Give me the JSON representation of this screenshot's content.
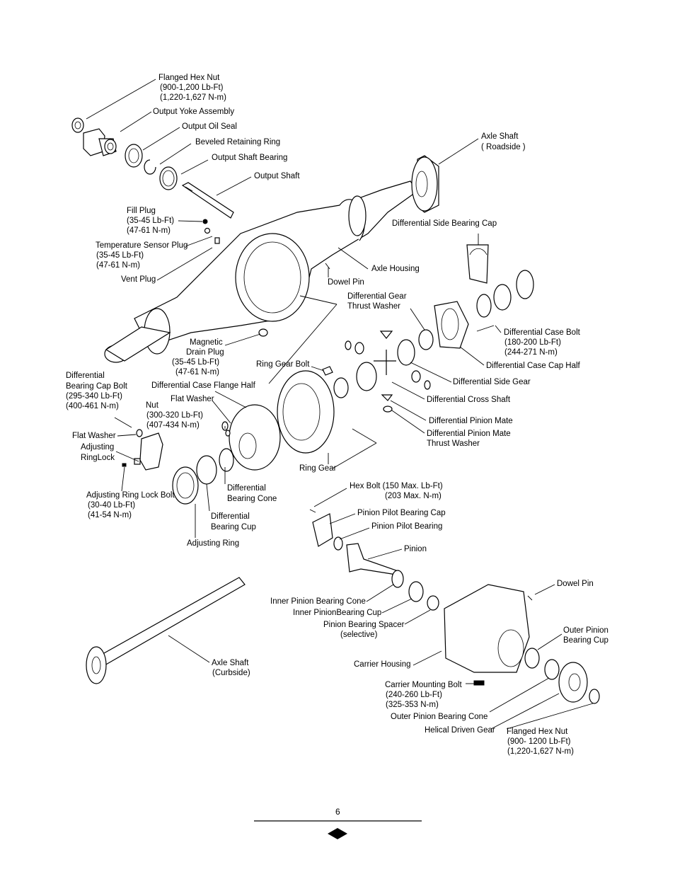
{
  "labels": {
    "flanged_hex_nut_top": "Flanged Hex Nut",
    "flanged_hex_nut_top_2": "(900-1,200 Lb-Ft)",
    "flanged_hex_nut_top_3": "(1,220-1,627 N-m)",
    "output_yoke_assembly": "Output Yoke Assembly",
    "output_oil_seal": "Output Oil Seal",
    "beveled_retaining_ring": "Beveled Retaining Ring",
    "output_shaft_bearing": "Output Shaft Bearing",
    "output_shaft": "Output Shaft",
    "axle_shaft_roadside": "Axle Shaft",
    "axle_shaft_roadside_2": "( Roadside )",
    "fill_plug": "Fill Plug",
    "fill_plug_2": "(35-45 Lb-Ft)",
    "fill_plug_3": "(47-61 N-m)",
    "temp_sensor_plug": "Temperature Sensor Plug",
    "temp_sensor_plug_2": "(35-45 Lb-Ft)",
    "temp_sensor_plug_3": "(47-61 N-m)",
    "vent_plug": "Vent Plug",
    "diff_side_bearing_cap": "Differential Side Bearing Cap",
    "axle_housing": "Axle Housing",
    "dowel_pin_top": "Dowel Pin",
    "diff_gear_thrust_washer": "Differential Gear",
    "diff_gear_thrust_washer_2": "Thrust Washer",
    "diff_case_bolt": "Differential Case Bolt",
    "diff_case_bolt_2": "(180-200 Lb-Ft)",
    "diff_case_bolt_3": "(244-271 N-m)",
    "magnetic_drain_plug": "Magnetic",
    "magnetic_drain_plug_2": "Drain Plug",
    "magnetic_drain_plug_3": "(35-45 Lb-Ft)",
    "magnetic_drain_plug_4": "(47-61 N-m)",
    "diff_case_cap_half": "Differential Case Cap Half",
    "ring_gear_bolt": "Ring Gear Bolt",
    "diff_bearing_cap_bolt": "Differential",
    "diff_bearing_cap_bolt_2": "Bearing Cap Bolt",
    "diff_bearing_cap_bolt_3": "(295-340 Lb-Ft)",
    "diff_bearing_cap_bolt_4": "(400-461 N-m)",
    "diff_case_flange_half": "Differential Case Flange Half",
    "diff_side_gear": "Differential Side Gear",
    "flat_washer_1": "Flat Washer",
    "diff_cross_shaft": "Differential Cross Shaft",
    "nut": "Nut",
    "nut_2": "(300-320 Lb-Ft)",
    "nut_3": "(407-434 N-m)",
    "diff_pinion_mate": "Differential Pinion Mate",
    "flat_washer_2": "Flat Washer",
    "diff_pinion_mate_thrust_washer": "Differential Pinion Mate",
    "diff_pinion_mate_thrust_washer_2": "Thrust Washer",
    "adjusting_ringlock": "Adjusting",
    "adjusting_ringlock_2": "RingLock",
    "ring_gear": "Ring Gear",
    "diff_bearing_cone": "Differential",
    "diff_bearing_cone_2": "Bearing Cone",
    "hex_bolt": "Hex Bolt (150 Max. Lb-Ft)",
    "hex_bolt_2": "(203 Max. N-m)",
    "adj_ring_lock_bolt": "Adjusting Ring Lock Bolt",
    "adj_ring_lock_bolt_2": "(30-40 Lb-Ft)",
    "adj_ring_lock_bolt_3": "(41-54 N-m)",
    "pinion_pilot_bearing_cap": "Pinion Pilot Bearing Cap",
    "diff_bearing_cup": "Differential",
    "diff_bearing_cup_2": "Bearing Cup",
    "pinion_pilot_bearing": "Pinion Pilot Bearing",
    "adjusting_ring": "Adjusting Ring",
    "pinion": "Pinion",
    "dowel_pin_bottom": "Dowel Pin",
    "inner_pinion_bearing_cone": "Inner Pinion Bearing Cone",
    "inner_pinion_bearing_cup": "Inner PinionBearing Cup",
    "pinion_bearing_spacer": "Pinion Bearing Spacer",
    "pinion_bearing_spacer_2": "(selective)",
    "outer_pinion_bearing_cup": "Outer Pinion",
    "outer_pinion_bearing_cup_2": "Bearing Cup",
    "axle_shaft_curbside": "Axle Shaft",
    "axle_shaft_curbside_2": "(Curbside)",
    "carrier_housing": "Carrier Housing",
    "carrier_mounting_bolt": "Carrier Mounting Bolt",
    "carrier_mounting_bolt_2": "(240-260 Lb-Ft)",
    "carrier_mounting_bolt_3": "(325-353 N-m)",
    "outer_pinion_bearing_cone": "Outer Pinion Bearing Cone",
    "helical_driven_gear": "Helical Driven Gear",
    "flanged_hex_nut_bottom": "Flanged Hex Nut",
    "flanged_hex_nut_bottom_2": "(900- 1200 Lb-Ft)",
    "flanged_hex_nut_bottom_3": "(1,220-1,627 N-m)"
  },
  "footer": {
    "page_number": "6"
  }
}
